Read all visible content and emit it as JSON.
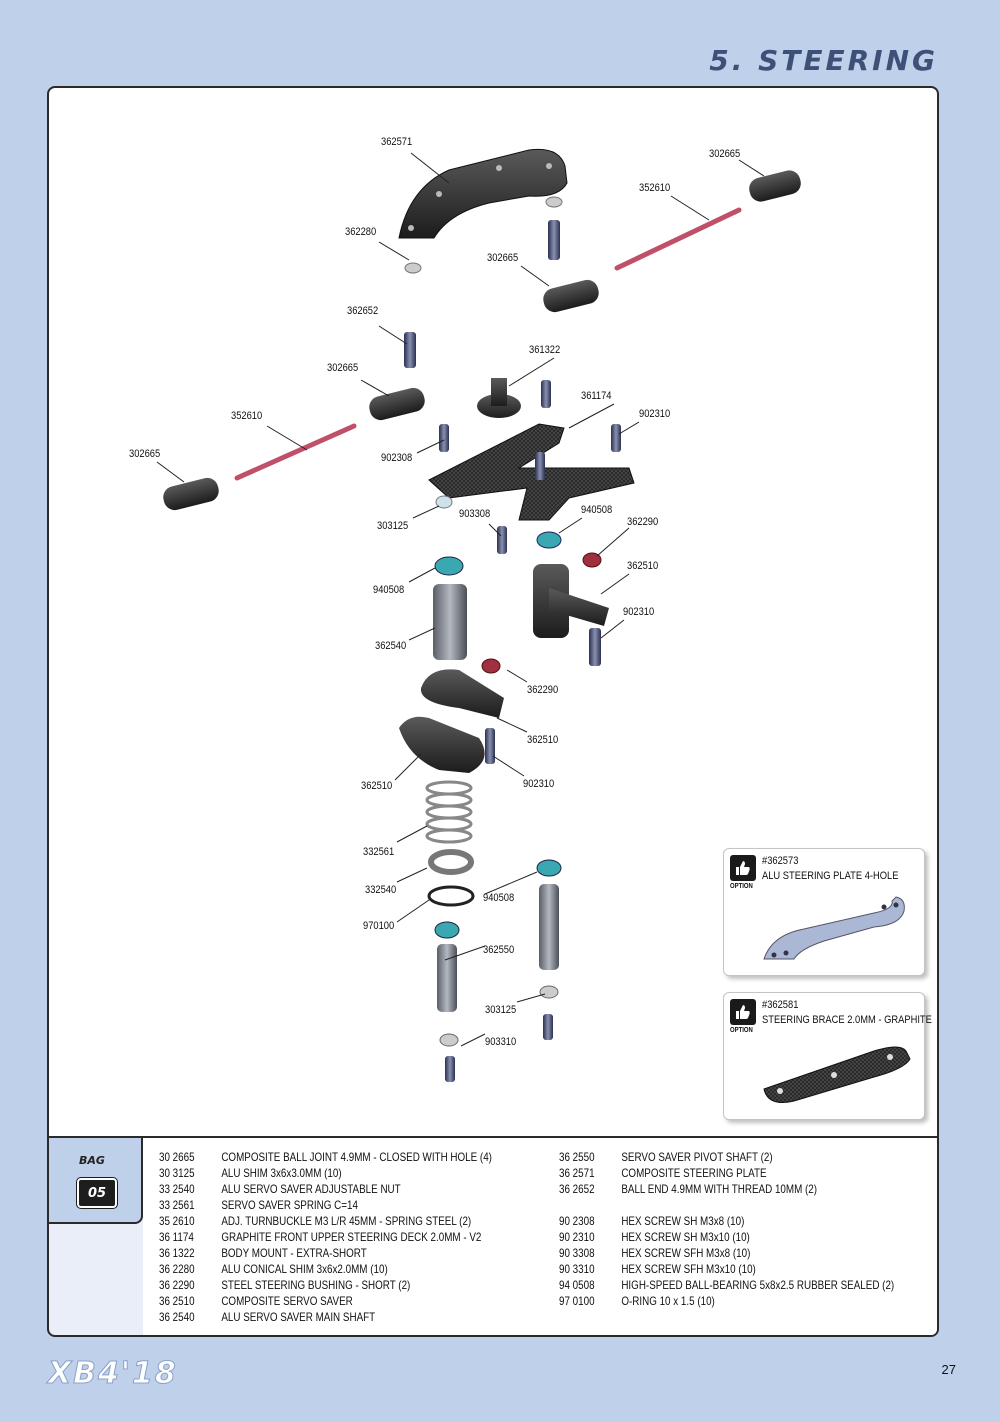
{
  "header": {
    "title": "5. STEERING"
  },
  "diagram": {
    "labels": [
      {
        "id": "l1",
        "text": "362571"
      },
      {
        "id": "l2",
        "text": "302665"
      },
      {
        "id": "l3",
        "text": "352610"
      },
      {
        "id": "l4",
        "text": "362280"
      },
      {
        "id": "l5",
        "text": "302665"
      },
      {
        "id": "l6",
        "text": "362652"
      },
      {
        "id": "l7",
        "text": "361322"
      },
      {
        "id": "l8",
        "text": "302665"
      },
      {
        "id": "l9",
        "text": "361174"
      },
      {
        "id": "l10",
        "text": "902310"
      },
      {
        "id": "l11",
        "text": "352610"
      },
      {
        "id": "l12",
        "text": "902308"
      },
      {
        "id": "l13",
        "text": "302665"
      },
      {
        "id": "l14",
        "text": "940508"
      },
      {
        "id": "l15",
        "text": "903308"
      },
      {
        "id": "l16",
        "text": "303125"
      },
      {
        "id": "l17",
        "text": "362290"
      },
      {
        "id": "l18",
        "text": "362510"
      },
      {
        "id": "l19",
        "text": "940508"
      },
      {
        "id": "l20",
        "text": "902310"
      },
      {
        "id": "l21",
        "text": "362540"
      },
      {
        "id": "l22",
        "text": "362290"
      },
      {
        "id": "l23",
        "text": "362510"
      },
      {
        "id": "l24",
        "text": "902310"
      },
      {
        "id": "l25",
        "text": "362510"
      },
      {
        "id": "l26",
        "text": "332561"
      },
      {
        "id": "l27",
        "text": "332540"
      },
      {
        "id": "l28",
        "text": "940508"
      },
      {
        "id": "l29",
        "text": "970100"
      },
      {
        "id": "l30",
        "text": "362550"
      },
      {
        "id": "l31",
        "text": "303125"
      },
      {
        "id": "l32",
        "text": "903310"
      }
    ],
    "options": [
      {
        "word": "OPTION",
        "number": "#362573",
        "name": "ALU STEERING PLATE 4-HOLE"
      },
      {
        "word": "OPTION",
        "number": "#362581",
        "name": "STEERING BRACE 2.0MM - GRAPHITE"
      }
    ]
  },
  "bag": {
    "label": "BAG",
    "number": "05"
  },
  "parts_left": [
    {
      "code": "30 2665",
      "desc": "COMPOSITE BALL JOINT 4.9MM - CLOSED WITH HOLE (4)"
    },
    {
      "code": "30 3125",
      "desc": "ALU SHIM 3x6x3.0MM (10)"
    },
    {
      "code": "33 2540",
      "desc": "ALU SERVO SAVER ADJUSTABLE NUT"
    },
    {
      "code": "33 2561",
      "desc": "SERVO SAVER SPRING C=14"
    },
    {
      "code": "35 2610",
      "desc": "ADJ. TURNBUCKLE M3 L/R 45MM  - SPRING STEEL (2)"
    },
    {
      "code": "36 1174",
      "desc": "GRAPHITE FRONT UPPER STEERING DECK 2.0MM - V2"
    },
    {
      "code": "36 1322",
      "desc": "BODY MOUNT - EXTRA-SHORT"
    },
    {
      "code": "36 2280",
      "desc": "ALU CONICAL SHIM 3x6x2.0MM (10)"
    },
    {
      "code": "36 2290",
      "desc": "STEEL STEERING BUSHING - SHORT (2)"
    },
    {
      "code": "36 2510",
      "desc": "COMPOSITE SERVO SAVER"
    },
    {
      "code": "36 2540",
      "desc": "ALU SERVO SAVER MAIN SHAFT"
    }
  ],
  "parts_right": [
    {
      "code": "36 2550",
      "desc": "SERVO SAVER PIVOT SHAFT (2)"
    },
    {
      "code": "36 2571",
      "desc": "COMPOSITE STEERING PLATE"
    },
    {
      "code": "36 2652",
      "desc": "BALL END 4.9MM WITH THREAD 10MM (2)"
    },
    {
      "code": "",
      "desc": ""
    },
    {
      "code": "90 2308",
      "desc": "HEX SCREW  SH M3x8  (10)"
    },
    {
      "code": "90 2310",
      "desc": "HEX SCREW  SH M3x10  (10)"
    },
    {
      "code": "90 3308",
      "desc": "HEX SCREW  SFH M3x8  (10)"
    },
    {
      "code": "90 3310",
      "desc": "HEX SCREW  SFH M3x10  (10)"
    },
    {
      "code": "94 0508",
      "desc": "HIGH-SPEED BALL-BEARING 5x8x2.5 RUBBER SEALED  (2)"
    },
    {
      "code": "97 0100",
      "desc": "O-RING 10 x 1.5  (10)"
    }
  ],
  "footer": {
    "logo": "XB4'18",
    "page_number": "27"
  },
  "colors": {
    "background": "#bfd0ea",
    "title": "#3c5078",
    "turnbuckle": "#c0506a",
    "bearing": "#3aa8b0",
    "bushing": "#a03040"
  }
}
